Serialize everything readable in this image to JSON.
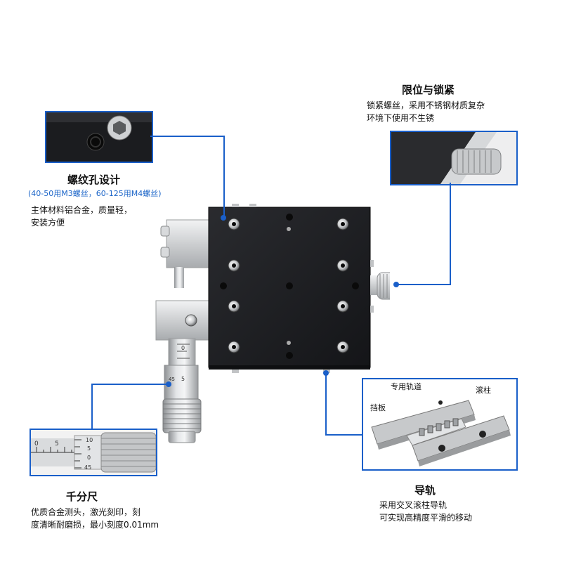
{
  "threaded_holes": {
    "title": "螺纹孔设计",
    "spec": "(40-50用M3螺丝，60-125用M4螺丝)",
    "desc_line1": "主体材料铝合金，质量轻，",
    "desc_line2": "安装方便"
  },
  "limit_lock": {
    "title": "限位与锁紧",
    "desc_line1": "锁紧螺丝，采用不锈钢材质复杂",
    "desc_line2": "环境下使用不生锈"
  },
  "micrometer": {
    "title": "千分尺",
    "desc_line1": "优质合金测头，激光刻印，刻",
    "desc_line2": "度清晰耐磨损，最小刻度0.01mm",
    "scale_top": "0",
    "scale_mid": "5",
    "scale_bot": "45",
    "inset_scale": [
      "10",
      "5",
      "0",
      "45"
    ],
    "inset_ticks": [
      "0",
      "5"
    ]
  },
  "guide_rail": {
    "title": "导轨",
    "desc_line1": "采用交叉滚柱导轨",
    "desc_line2": "可实现高精度平滑的移动",
    "label_track": "专用轨道",
    "label_roller": "滚柱",
    "label_plate": "挡板"
  },
  "colors": {
    "accent": "#1a5fc9",
    "stage_body": "#1c1d20",
    "metal": "#c9cbcd"
  }
}
